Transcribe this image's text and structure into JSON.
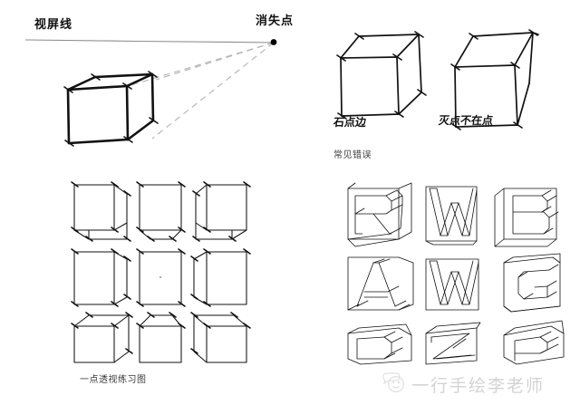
{
  "page": {
    "title": "一点透视练习图",
    "background_color": "#ffffff",
    "ink_color": "#111111",
    "guide_color": "#b9b9b9"
  },
  "diagram_main": {
    "label_screen_line": "视屏线",
    "label_vanishing_point": "消失点",
    "vanishing_point_icon": "vanishing-point-dot"
  },
  "diagram_mistakes": {
    "caption": "常见错误",
    "items": [
      {
        "handwritten_label": "石点边"
      },
      {
        "handwritten_label": "灭点不在点"
      }
    ]
  },
  "diagram_practice": {
    "caption": "一点透视练习图",
    "rows": [
      {
        "cells": [
          "cube-left-above",
          "cube-front-above",
          "cube-right-above"
        ]
      },
      {
        "cells": [
          "cube-left-level",
          "cube-front-flat",
          "cube-right-level"
        ]
      },
      {
        "cells": [
          "cube-left-below",
          "cube-front-below",
          "cube-right-below"
        ]
      }
    ]
  },
  "diagram_letters": {
    "rows": [
      {
        "cells": [
          "R",
          "W",
          "B"
        ]
      },
      {
        "cells": [
          "A",
          "W",
          "G"
        ]
      },
      {
        "cells": [
          "D",
          "Z",
          "P"
        ]
      }
    ]
  },
  "watermark": {
    "text": "一行手绘李老师",
    "icon": "smiley-face-icon"
  }
}
